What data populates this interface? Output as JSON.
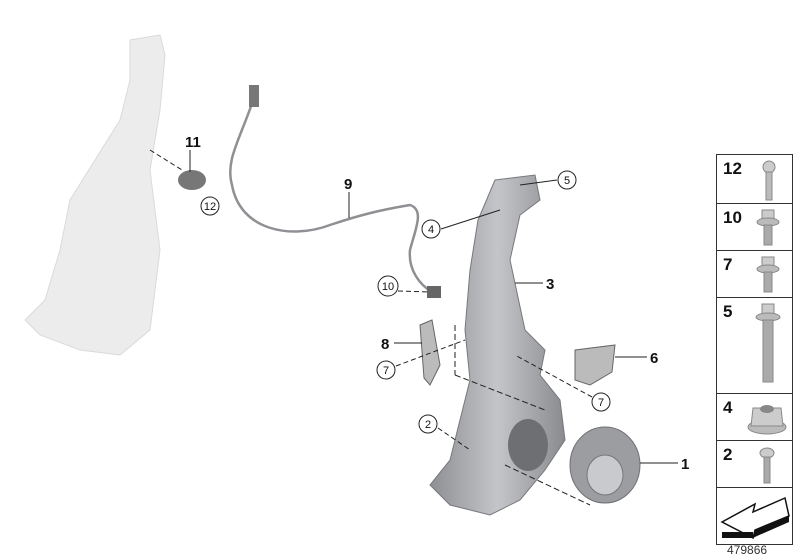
{
  "diagram": {
    "callouts": {
      "c1": "1",
      "c2": "2",
      "c3": "3",
      "c4": "4",
      "c5": "5",
      "c6": "6",
      "c7a": "7",
      "c7b": "7",
      "c8": "8",
      "c9": "9",
      "c10": "10",
      "c11": "11",
      "c12": "12"
    },
    "colors": {
      "part_gray": "#a9aaae",
      "ghost_part": "#e6e6e6",
      "line": "#222222"
    }
  },
  "legend": {
    "items": [
      {
        "number": "12",
        "icon": "torx-bolt-icon"
      },
      {
        "number": "10",
        "icon": "flange-torx-bolt-icon"
      },
      {
        "number": "7",
        "icon": "hex-flange-bolt-icon"
      },
      {
        "number": "5",
        "icon": "long-torx-bolt-icon"
      },
      {
        "number": "4",
        "icon": "hex-flange-nut-icon"
      },
      {
        "number": "2",
        "icon": "pan-head-screw-icon"
      }
    ],
    "direction_icon": "front-direction-arrow-icon"
  },
  "diagram_id": "479866"
}
